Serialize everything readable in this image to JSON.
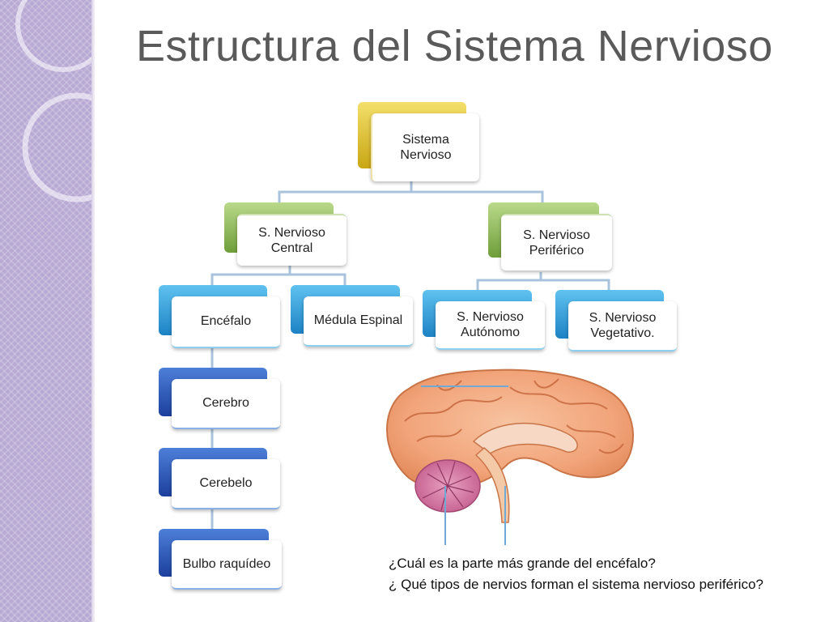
{
  "slide": {
    "title": "Estructura del Sistema Nervioso"
  },
  "nodes": {
    "root": "Sistema Nervioso",
    "central": "S. Nervioso Central",
    "peripheral": "S. Nervioso Periférico",
    "encephalon": "Encéfalo",
    "spinal_cord": "Médula Espinal",
    "autonomic": "S. Nervioso Autónomo",
    "vegetative": "S. Nervioso Vegetativo.",
    "cerebrum": "Cerebro",
    "cerebellum": "Cerebelo",
    "medulla": "Bulbo raquídeo"
  },
  "questions": [
    "¿Cuál es la parte más grande del encéfalo?",
    "¿ Qué tipos de nervios forman el sistema nervioso periférico?"
  ],
  "colors": {
    "root": "#e0c23a",
    "central_branch": "#8db45a",
    "lower_branch": "#3aa7e0",
    "encephalon_parts": "#2f5fc4",
    "sidebar": "#b8a9d4",
    "title_text": "#5a5a5a"
  }
}
